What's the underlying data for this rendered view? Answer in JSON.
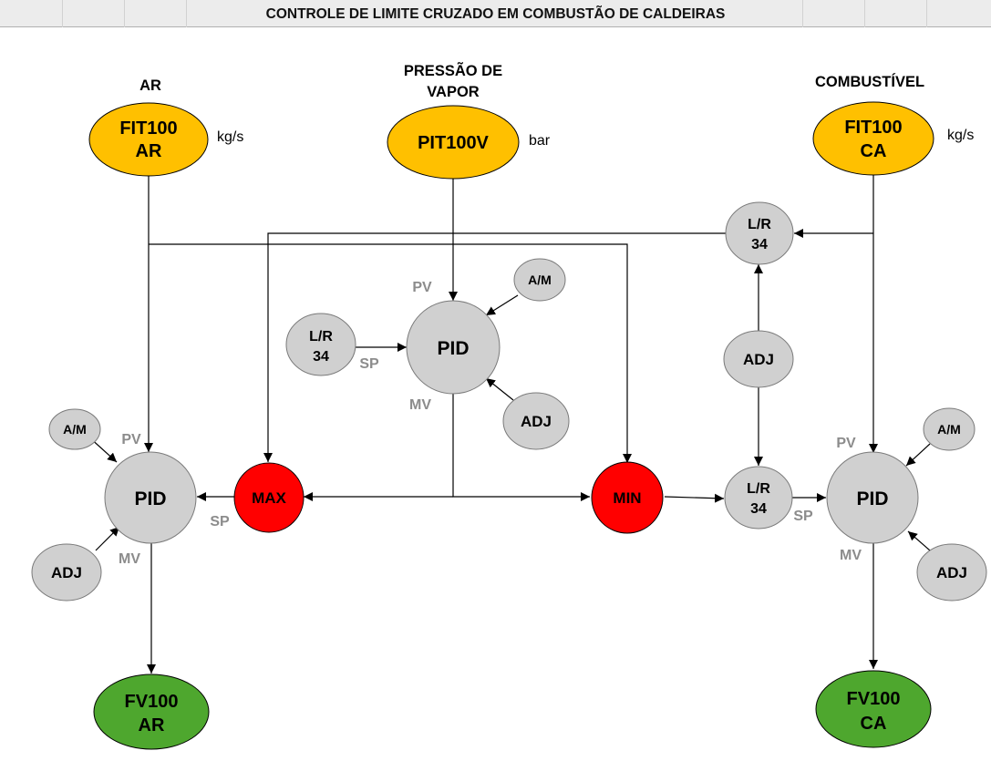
{
  "title": "CONTROLE DE LIMITE CRUZADO EM COMBUSTÃO DE CALDEIRAS",
  "colors": {
    "transmitter": "#ffc000",
    "controller": "#d0d0d0",
    "selector": "#ff0000",
    "valve": "#4ea72e",
    "line": "#000000",
    "port_label": "#8c8c8c"
  },
  "headings": {
    "air": "AR",
    "pressure_line1": "PRESSÃO DE",
    "pressure_line2": "VAPOR",
    "fuel": "COMBUSTÍVEL"
  },
  "units": {
    "air": "kg/s",
    "pressure": "bar",
    "fuel": "kg/s"
  },
  "transmitters": {
    "air": {
      "line1": "FIT100",
      "line2": "AR"
    },
    "pressure": {
      "line1": "PIT100V"
    },
    "fuel": {
      "line1": "FIT100",
      "line2": "CA"
    }
  },
  "valves": {
    "air": {
      "line1": "FV100",
      "line2": "AR"
    },
    "fuel": {
      "line1": "FV100",
      "line2": "CA"
    }
  },
  "controllers": {
    "pressure": "PID",
    "air": "PID",
    "fuel": "PID"
  },
  "selectors": {
    "max": "MAX",
    "min": "MIN"
  },
  "ratio_blocks": {
    "pressure_sp": {
      "line1": "L/R",
      "line2": "34"
    },
    "fuel_top": {
      "line1": "L/R",
      "line2": "34"
    },
    "fuel_sp": {
      "line1": "L/R",
      "line2": "34"
    }
  },
  "am_blocks": {
    "pressure": "A/M",
    "air": "A/M",
    "fuel": "A/M"
  },
  "adj_blocks": {
    "pressure": "ADJ",
    "air": "ADJ",
    "fuel_bias": "ADJ",
    "fuel": "ADJ"
  },
  "port_labels": {
    "pressure_pv": "PV",
    "pressure_sp": "SP",
    "pressure_mv": "MV",
    "air_pv": "PV",
    "air_sp": "SP",
    "air_mv": "MV",
    "fuel_pv": "PV",
    "fuel_sp": "SP",
    "fuel_mv": "MV"
  }
}
